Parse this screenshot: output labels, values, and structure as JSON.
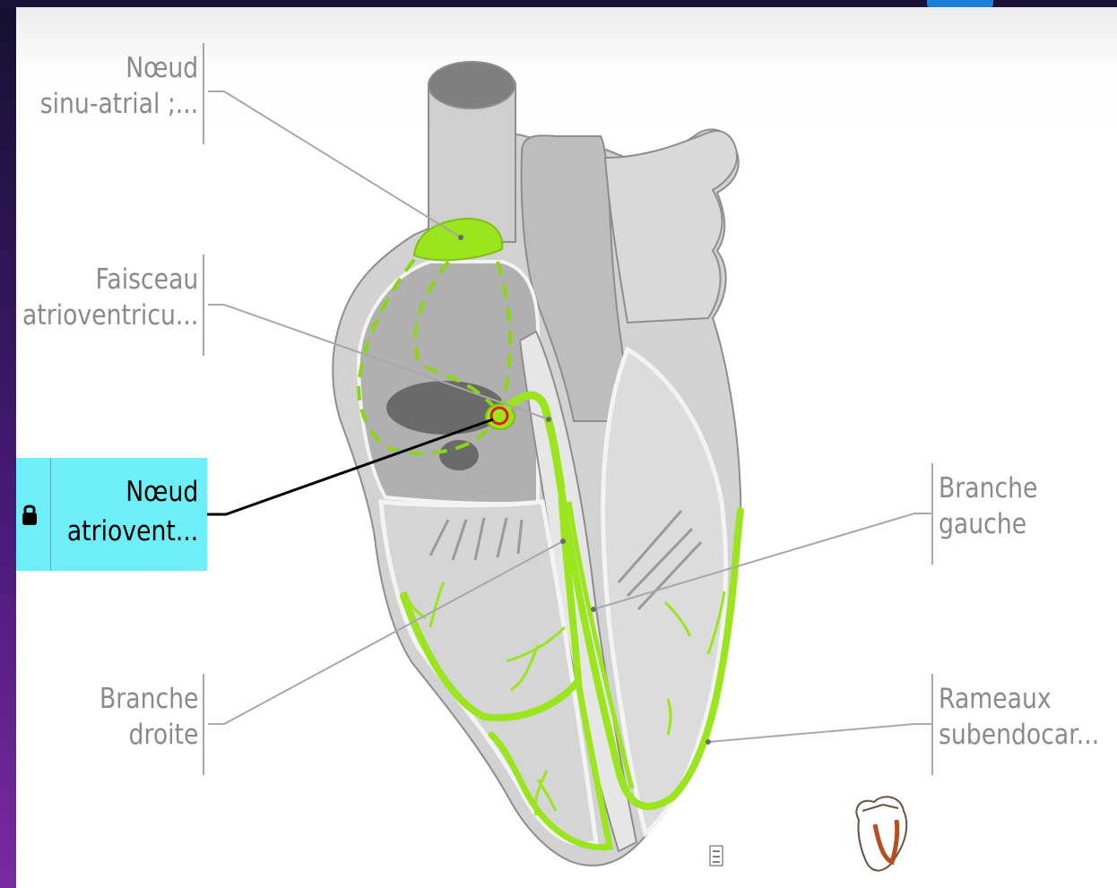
{
  "labels": {
    "sinoatrial": {
      "line1": "Nœud",
      "line2": "sinu-atrial ;..."
    },
    "bundle": {
      "line1": "Faisceau",
      "line2": "atrioventricu..."
    },
    "av_node": {
      "line1": "Nœud",
      "line2": "atriovent..."
    },
    "right_branch": {
      "line1": "Branche",
      "line2": "droite"
    },
    "left_branch": {
      "line1": "Branche",
      "line2": "gauche"
    },
    "subendocardial": {
      "line1": "Rameaux",
      "line2": "subendocar..."
    }
  },
  "selected_label": "av_node",
  "icons": [
    "lock-icon",
    "heart-thumbnail-icon",
    "watermark-icon"
  ],
  "colors": {
    "highlight": "#6eeef7",
    "conduction": "#9be51e",
    "leader_line": "#a8a8a8",
    "active_leader": "#000000",
    "marker": "#e3191e"
  }
}
